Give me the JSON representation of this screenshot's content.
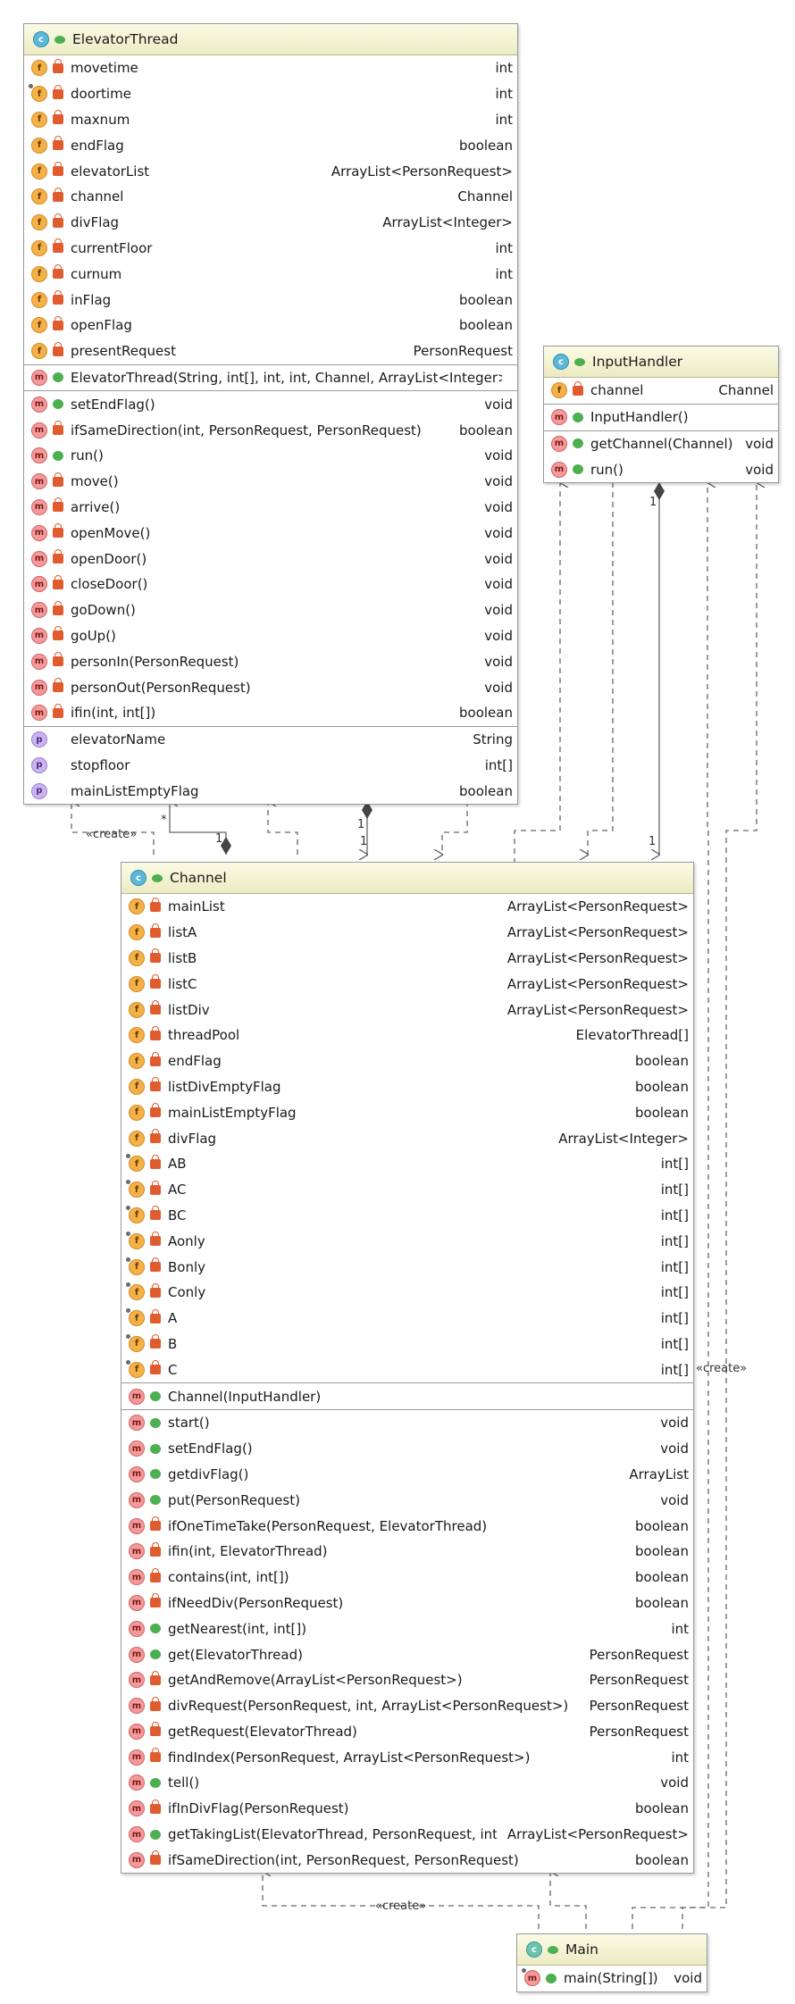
{
  "elevator_thread": {
    "name": "ElevatorThread",
    "badge": "c",
    "fields": [
      {
        "badge": "f",
        "vis": "private",
        "name": "movetime",
        "type": "int"
      },
      {
        "badge": "f",
        "vis": "private",
        "name": "doortime",
        "type": "int",
        "static": true
      },
      {
        "badge": "f",
        "vis": "private",
        "name": "maxnum",
        "type": "int"
      },
      {
        "badge": "f",
        "vis": "private",
        "name": "endFlag",
        "type": "boolean"
      },
      {
        "badge": "f",
        "vis": "private",
        "name": "elevatorList",
        "type": "ArrayList<PersonRequest>"
      },
      {
        "badge": "f",
        "vis": "private",
        "name": "channel",
        "type": "Channel"
      },
      {
        "badge": "f",
        "vis": "private",
        "name": "divFlag",
        "type": "ArrayList<Integer>"
      },
      {
        "badge": "f",
        "vis": "private",
        "name": "currentFloor",
        "type": "int"
      },
      {
        "badge": "f",
        "vis": "private",
        "name": "curnum",
        "type": "int"
      },
      {
        "badge": "f",
        "vis": "private",
        "name": "inFlag",
        "type": "boolean"
      },
      {
        "badge": "f",
        "vis": "private",
        "name": "openFlag",
        "type": "boolean"
      },
      {
        "badge": "f",
        "vis": "private",
        "name": "presentRequest",
        "type": "PersonRequest"
      }
    ],
    "constructors": [
      {
        "badge": "m",
        "vis": "public",
        "name": "ElevatorThread(String, int[], int, int, Channel, ArrayList<Integer>)",
        "type": ""
      }
    ],
    "methods": [
      {
        "badge": "m",
        "vis": "public",
        "name": "setEndFlag()",
        "type": "void"
      },
      {
        "badge": "m",
        "vis": "private",
        "name": "ifSameDirection(int, PersonRequest, PersonRequest)",
        "type": "boolean"
      },
      {
        "badge": "m",
        "vis": "public",
        "name": "run()",
        "type": "void"
      },
      {
        "badge": "m",
        "vis": "private",
        "name": "move()",
        "type": "void"
      },
      {
        "badge": "m",
        "vis": "private",
        "name": "arrive()",
        "type": "void"
      },
      {
        "badge": "m",
        "vis": "private",
        "name": "openMove()",
        "type": "void"
      },
      {
        "badge": "m",
        "vis": "private",
        "name": "openDoor()",
        "type": "void"
      },
      {
        "badge": "m",
        "vis": "private",
        "name": "closeDoor()",
        "type": "void"
      },
      {
        "badge": "m",
        "vis": "private",
        "name": "goDown()",
        "type": "void"
      },
      {
        "badge": "m",
        "vis": "private",
        "name": "goUp()",
        "type": "void"
      },
      {
        "badge": "m",
        "vis": "private",
        "name": "personIn(PersonRequest)",
        "type": "void"
      },
      {
        "badge": "m",
        "vis": "private",
        "name": "personOut(PersonRequest)",
        "type": "void"
      },
      {
        "badge": "m",
        "vis": "private",
        "name": "ifin(int, int[])",
        "type": "boolean"
      }
    ],
    "properties": [
      {
        "badge": "p",
        "vis": "none",
        "name": "elevatorName",
        "type": "String"
      },
      {
        "badge": "p",
        "vis": "none",
        "name": "stopfloor",
        "type": "int[]"
      },
      {
        "badge": "p",
        "vis": "none",
        "name": "mainListEmptyFlag",
        "type": "boolean"
      }
    ]
  },
  "input_handler": {
    "name": "InputHandler",
    "badge": "c",
    "fields": [
      {
        "badge": "f",
        "vis": "private",
        "name": "channel",
        "type": "Channel"
      }
    ],
    "constructors": [
      {
        "badge": "m",
        "vis": "public",
        "name": "InputHandler()",
        "type": ""
      }
    ],
    "methods": [
      {
        "badge": "m",
        "vis": "public",
        "name": "getChannel(Channel)",
        "type": "void"
      },
      {
        "badge": "m",
        "vis": "public",
        "name": "run()",
        "type": "void"
      }
    ]
  },
  "channel": {
    "name": "Channel",
    "badge": "c",
    "fields": [
      {
        "badge": "f",
        "vis": "private",
        "name": "mainList",
        "type": "ArrayList<PersonRequest>"
      },
      {
        "badge": "f",
        "vis": "private",
        "name": "listA",
        "type": "ArrayList<PersonRequest>"
      },
      {
        "badge": "f",
        "vis": "private",
        "name": "listB",
        "type": "ArrayList<PersonRequest>"
      },
      {
        "badge": "f",
        "vis": "private",
        "name": "listC",
        "type": "ArrayList<PersonRequest>"
      },
      {
        "badge": "f",
        "vis": "private",
        "name": "listDiv",
        "type": "ArrayList<PersonRequest>"
      },
      {
        "badge": "f",
        "vis": "private",
        "name": "threadPool",
        "type": "ElevatorThread[]"
      },
      {
        "badge": "f",
        "vis": "private",
        "name": "endFlag",
        "type": "boolean"
      },
      {
        "badge": "f",
        "vis": "private",
        "name": "listDivEmptyFlag",
        "type": "boolean"
      },
      {
        "badge": "f",
        "vis": "private",
        "name": "mainListEmptyFlag",
        "type": "boolean"
      },
      {
        "badge": "f",
        "vis": "private",
        "name": "divFlag",
        "type": "ArrayList<Integer>"
      },
      {
        "badge": "f",
        "vis": "private",
        "name": "AB",
        "type": "int[]",
        "static": true
      },
      {
        "badge": "f",
        "vis": "private",
        "name": "AC",
        "type": "int[]",
        "static": true
      },
      {
        "badge": "f",
        "vis": "private",
        "name": "BC",
        "type": "int[]",
        "static": true
      },
      {
        "badge": "f",
        "vis": "private",
        "name": "Aonly",
        "type": "int[]",
        "static": true
      },
      {
        "badge": "f",
        "vis": "private",
        "name": "Bonly",
        "type": "int[]",
        "static": true
      },
      {
        "badge": "f",
        "vis": "private",
        "name": "Conly",
        "type": "int[]",
        "static": true
      },
      {
        "badge": "f",
        "vis": "private",
        "name": "A",
        "type": "int[]",
        "static": true
      },
      {
        "badge": "f",
        "vis": "private",
        "name": "B",
        "type": "int[]",
        "static": true
      },
      {
        "badge": "f",
        "vis": "private",
        "name": "C",
        "type": "int[]",
        "static": true
      }
    ],
    "constructors": [
      {
        "badge": "m",
        "vis": "public",
        "name": "Channel(InputHandler)",
        "type": ""
      }
    ],
    "methods": [
      {
        "badge": "m",
        "vis": "public",
        "name": "start()",
        "type": "void"
      },
      {
        "badge": "m",
        "vis": "public",
        "name": "setEndFlag()",
        "type": "void"
      },
      {
        "badge": "m",
        "vis": "public",
        "name": "getdivFlag()",
        "type": "ArrayList"
      },
      {
        "badge": "m",
        "vis": "public",
        "name": "put(PersonRequest)",
        "type": "void"
      },
      {
        "badge": "m",
        "vis": "private",
        "name": "ifOneTimeTake(PersonRequest, ElevatorThread)",
        "type": "boolean"
      },
      {
        "badge": "m",
        "vis": "private",
        "name": "ifin(int, ElevatorThread)",
        "type": "boolean"
      },
      {
        "badge": "m",
        "vis": "private",
        "name": "contains(int, int[])",
        "type": "boolean"
      },
      {
        "badge": "m",
        "vis": "private",
        "name": "ifNeedDiv(PersonRequest)",
        "type": "boolean"
      },
      {
        "badge": "m",
        "vis": "public",
        "name": "getNearest(int, int[])",
        "type": "int"
      },
      {
        "badge": "m",
        "vis": "public",
        "name": "get(ElevatorThread)",
        "type": "PersonRequest"
      },
      {
        "badge": "m",
        "vis": "private",
        "name": "getAndRemove(ArrayList<PersonRequest>)",
        "type": "PersonRequest"
      },
      {
        "badge": "m",
        "vis": "private",
        "name": "divRequest(PersonRequest, int, ArrayList<PersonRequest>)",
        "type": "PersonRequest"
      },
      {
        "badge": "m",
        "vis": "private",
        "name": "getRequest(ElevatorThread)",
        "type": "PersonRequest"
      },
      {
        "badge": "m",
        "vis": "private",
        "name": "findIndex(PersonRequest, ArrayList<PersonRequest>)",
        "type": "int"
      },
      {
        "badge": "m",
        "vis": "public",
        "name": "tell()",
        "type": "void"
      },
      {
        "badge": "m",
        "vis": "private",
        "name": "ifInDivFlag(PersonRequest)",
        "type": "boolean"
      },
      {
        "badge": "m",
        "vis": "public",
        "name": "getTakingList(ElevatorThread, PersonRequest, int)",
        "type": "ArrayList<PersonRequest>"
      },
      {
        "badge": "m",
        "vis": "private",
        "name": "ifSameDirection(int, PersonRequest, PersonRequest)",
        "type": "boolean"
      }
    ]
  },
  "main": {
    "name": "Main",
    "badge": "c",
    "methods": [
      {
        "badge": "m",
        "vis": "public",
        "name": "main(String[])",
        "type": "void",
        "static": true
      }
    ]
  },
  "labels": {
    "create_1": "«create»",
    "create_2": "«create»",
    "create_3": "«create»",
    "mult_star": "*",
    "mult_1a": "1",
    "mult_1b": "1",
    "mult_1c": "1",
    "mult_1d": "1",
    "mult_1e": "1"
  }
}
